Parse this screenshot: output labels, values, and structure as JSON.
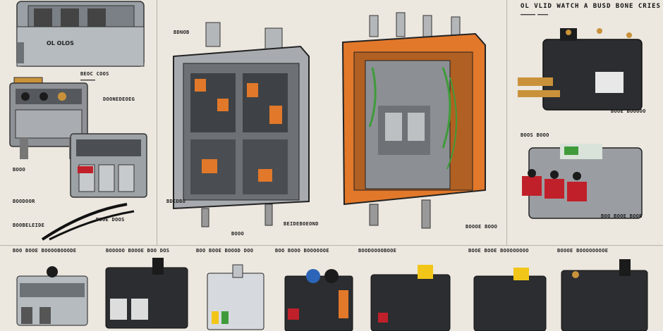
{
  "top_right_heading": "OL VLID WATCH A BUSD BONE CRIES",
  "component_label": "OL OLOS",
  "captions": {
    "c_left_mid": "BEOC COOS",
    "c_left_2": "DOONEDEOEG",
    "c_left_3": "BOOO",
    "c_left_4": "BOODOOR",
    "c_left_5": "BOOE DOOS",
    "c_left_6": "BOOBELEIDE",
    "c_mid_top": "BDNOB",
    "c_mid_bottom": "BEIDEBOEOND",
    "c_mid_bottom2": "BOOO",
    "c_mid_center": "BDEDBO",
    "c_right_1": "BOOOE BOOO",
    "c_right_2": "BOOE BOOOOO",
    "c_right_3": "BOOS BOOO",
    "c_right_4": "BOO BOOE BOOB"
  },
  "bottom_titles": [
    "BOO BOOE BOOOOBOOODE",
    "BOOOOO BOOOE BOO DOS",
    "BOO BOOE BOOOD DOO",
    "BOO BOOO BOOOOOOE",
    "BOODOOOOBOOE",
    "BOOE BOOE BOOOOOOOO",
    "BOOOE BOOOOOOOOE"
  ],
  "colors": {
    "background": "#ece7df",
    "enclosure_orange": "#e2782a",
    "gray_body": "#8e9296",
    "dark_body": "#2b2d30",
    "brass": "#c9923a",
    "wire_green": "#3f9b3a",
    "red_terminal": "#c0202a",
    "yellow_knob": "#f2c619",
    "blue_knob": "#2c64b8"
  },
  "icons": [
    "contactor-illustration",
    "junction-box-illustration",
    "relay-illustration",
    "breaker-illustration"
  ]
}
